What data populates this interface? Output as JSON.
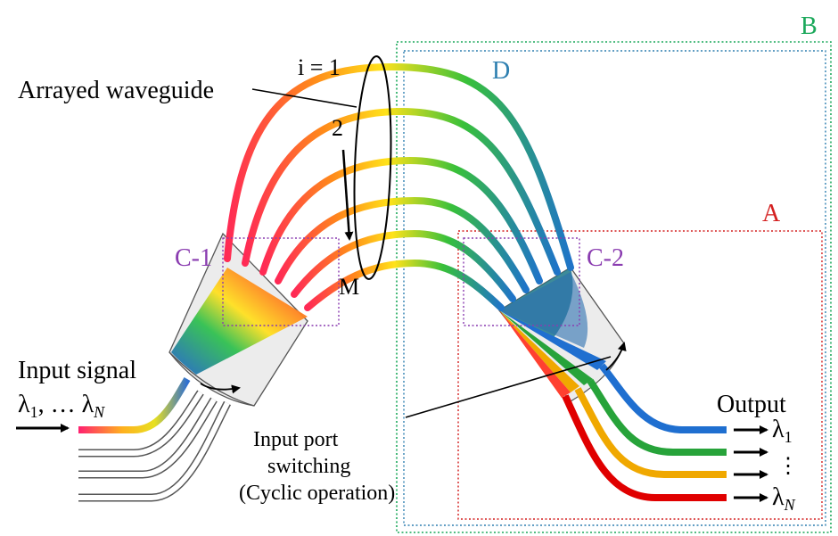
{
  "labels": {
    "region_a": "A",
    "region_b": "B",
    "region_c1": "C-1",
    "region_c2": "C-2",
    "region_d": "D",
    "arrayed_waveguide": "Arrayed waveguide",
    "i_label": "i = 1",
    "index_2": "2",
    "index_m": "M",
    "input_signal": "Input signal",
    "lambda_seq_main": "λ",
    "lambda_seq_sub1": "1",
    "lambda_seq_ellipsis": ", … λ",
    "lambda_seq_subN": "N",
    "output": "Output",
    "out_lambda": "λ",
    "out_sub1": "1",
    "out_vdots": "⋮",
    "out_subN": "N",
    "switch_line1": "Input port",
    "switch_line2": "switching",
    "switch_line3": "(Cyclic operation)"
  },
  "colors": {
    "region_a": "#d42020",
    "region_b": "#1aa85a",
    "region_c": "#8a3cb0",
    "region_d": "#2e7fb0",
    "waveguide_gradient": [
      "#ff2060",
      "#ff7a20",
      "#ffe020",
      "#30c030",
      "#2090d0"
    ],
    "outputs": [
      "#1f6fd0",
      "#27a33a",
      "#f0a800",
      "#e00000"
    ],
    "slab": "#ececec"
  },
  "waveguides_count": 6,
  "output_channels": 4
}
